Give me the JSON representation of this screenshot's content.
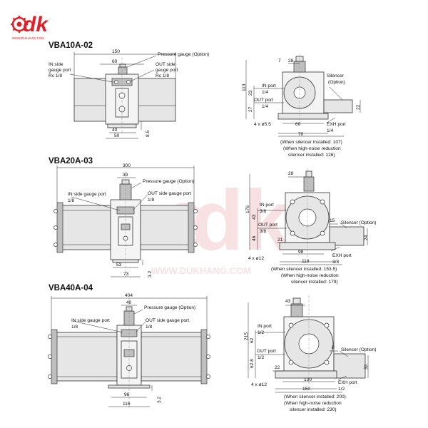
{
  "logo": {
    "mark": "dk",
    "site": "WWW.DUKHANG.COM"
  },
  "watermark": {
    "mark": "dk",
    "site": "WWW.DUKHANG.COM"
  },
  "colors": {
    "brand": "#e02028",
    "line": "#222222",
    "body": "#e6e6e6",
    "watermark": "#f3c9cb"
  },
  "vba10": {
    "title": "VBA10A-02",
    "front": {
      "dim_150": "150",
      "dim_60": "60",
      "dim_40": "40",
      "dim_50": "50",
      "dim_85": "8.5",
      "in_l1": "IN side",
      "in_l2": "gauge port",
      "in_l3": "Rc 1/8",
      "out_l1": "OUT side",
      "out_l2": "gauge port",
      "out_l3": "Rc 1/8",
      "pg": "Pressure gauge (Option)"
    },
    "side": {
      "dim_7": "7",
      "dim_28": "28",
      "dim_113": "113",
      "dim_23": "23",
      "dim_27": "27",
      "dim_22": "22",
      "in_port": "IN port",
      "in_size": "1/4",
      "out_port": "OUT port",
      "out_size": "1/4",
      "sil_l1": "Silencer",
      "sil_l2": "(Option)",
      "holes": "4 x ø5.5",
      "dim_60": "60",
      "dim_70": "70",
      "exh_port": "EXH port",
      "exh_size": "1/4",
      "note1": "(When silencer installed: 107)",
      "note2": "(When high-noise reduction",
      "note3": "silencer installed: 126)"
    }
  },
  "vba20": {
    "title": "VBA20A-03",
    "front": {
      "dim_300": "300",
      "dim_39": "39",
      "dim_53": "53",
      "dim_73": "73",
      "dim_32": "3.2",
      "pg": "Pressure gauge (Option)",
      "in_l1": "IN side gauge port",
      "in_l2": "1/8",
      "out_l1": "OUT side gauge port",
      "out_l2": "1/8"
    },
    "side": {
      "dim_28": "28",
      "dim_176": "176",
      "dim_43": "43",
      "dim_46": "46",
      "dim_21": "21",
      "dim_15": "15",
      "dim_24": "24",
      "in_port": "IN port",
      "in_size": "3/8",
      "out_port": "OUT port",
      "out_size": "3/8",
      "sil": "Silencer (Option)",
      "holes": "4 x ø12",
      "dim_98": "98",
      "dim_118": "118",
      "exh_port": "EXH port",
      "exh_size": "3/8",
      "note1": "(When silencer installed: 153.5)",
      "note2": "(When high-noise reduction",
      "note3": "silencer installed: 179)"
    }
  },
  "vba40": {
    "title": "VBA40A-04",
    "front": {
      "dim_404": "404",
      "dim_40": "40",
      "dim_96": "96",
      "dim_116": "116",
      "dim_32": "3.2",
      "pg": "Pressure gauge (Option)",
      "in_l1": "IN side gauge port",
      "in_l2": "1/8",
      "out_l1": "OUT side gauge port",
      "out_l2": "1/8"
    },
    "side": {
      "dim_43": "43",
      "dim_215": "215",
      "dim_62": "62",
      "dim_628": "62.8",
      "dim_22": "22",
      "dim_8": "8",
      "dim_32": "32",
      "in_port": "IN port",
      "in_size": "1/2",
      "out_port": "OUT port",
      "out_size": "1/2",
      "sil": "Silencer (Option)",
      "holes": "4 x ø12",
      "dim_130": "130",
      "dim_150": "150",
      "exh_port": "EXH port",
      "exh_size": "1/2",
      "note1": "(When silencer installed: 200)",
      "note2": "(When high-noise reduction",
      "note3": "silencer installed: 230)"
    }
  }
}
